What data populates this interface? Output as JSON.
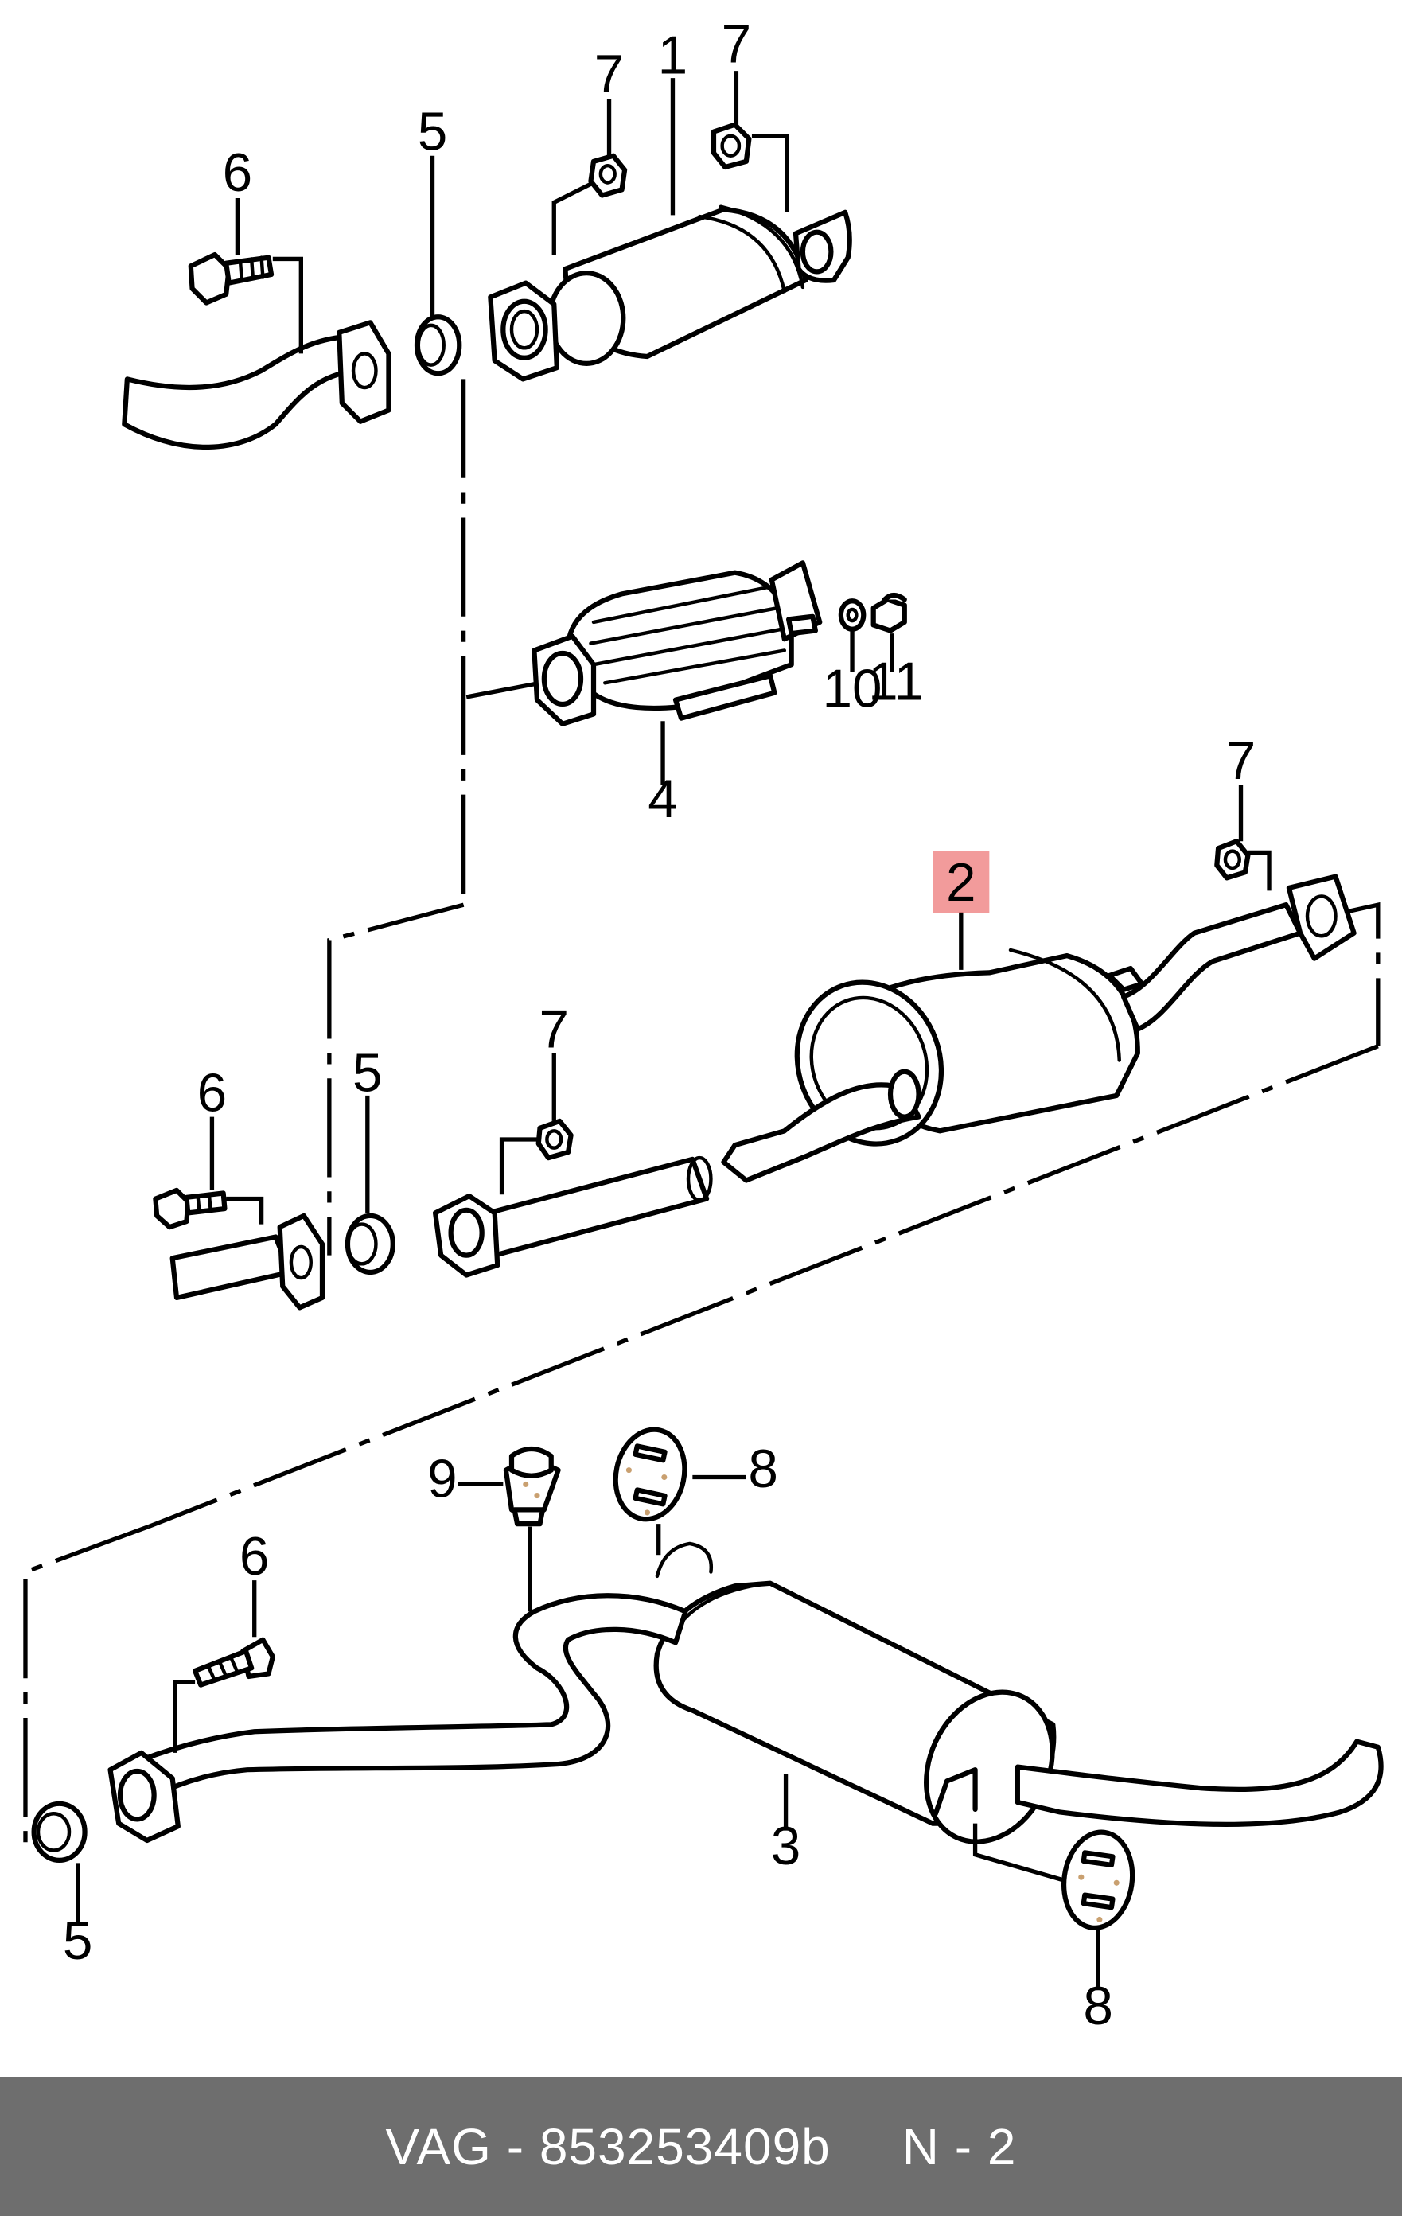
{
  "callouts": {
    "c1": "1",
    "c2": "2",
    "c3": "3",
    "c4": "4",
    "c5": "5",
    "c6": "6",
    "c7": "7",
    "c8": "8",
    "c9": "9",
    "c10": "10",
    "c11": "11"
  },
  "highlighted_callout": "2",
  "colors": {
    "highlight": "#f08a8a",
    "footer_background": "#6e6e6e",
    "footer_text": "#ffffff",
    "line": "#000000"
  },
  "footer": {
    "part_ref": "VAG - 853253409b",
    "page_ref": "N - 2"
  }
}
